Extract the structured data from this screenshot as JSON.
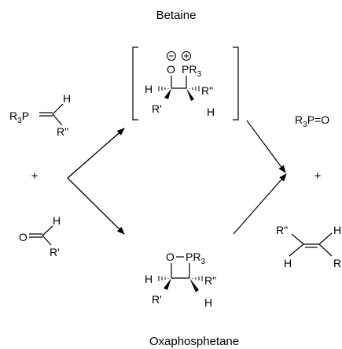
{
  "labels": {
    "betaine_title": "Betaine",
    "oxaphosphetane_title": "Oxaphosphetane",
    "plus_sign": "+"
  },
  "ylide": {
    "R": "R",
    "sub3": "3",
    "P_eq": "P",
    "H": "H",
    "Rpp": "R\""
  },
  "aldehyde": {
    "O": "O",
    "H": "H",
    "Rp": "R'"
  },
  "betaine": {
    "O": "O",
    "P": "P",
    "R": "R",
    "sub3": "3",
    "H_left": "H",
    "R_right": "R\"",
    "R_low": "R'",
    "H_low": "H",
    "minus": "−",
    "plus": "+"
  },
  "oxaphosphetane": {
    "O": "O",
    "P": "P",
    "R": "R",
    "sub3": "3",
    "H_left": "H",
    "R_right": "R\"",
    "R_low": "R'",
    "H_low": "H"
  },
  "phosphine_oxide": {
    "R": "R",
    "sub3": "3",
    "P_eq_O": "P=O"
  },
  "alkene": {
    "Rpp": "R\"",
    "H_top": "H",
    "H_low": "H",
    "R_low": "R"
  }
}
